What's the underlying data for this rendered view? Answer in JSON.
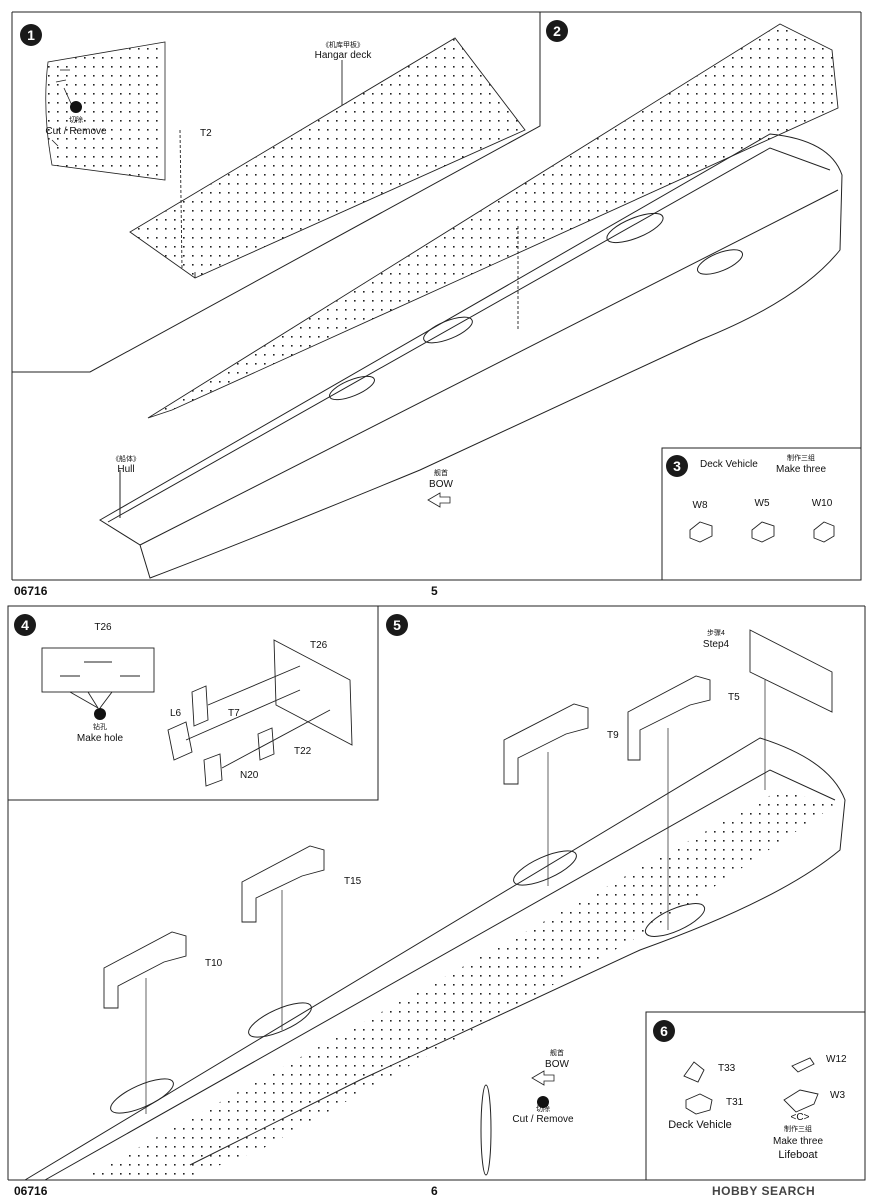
{
  "product_code": "06716",
  "pages": [
    {
      "number": "5"
    },
    {
      "number": "6"
    }
  ],
  "steps": {
    "s1": {
      "num": "1",
      "hangar_cn": "《机库甲板》",
      "hangar_en": "Hangar deck",
      "cut_cn": "切除",
      "cut_en": "Cut / Remove",
      "t2": "T2",
      "hull_cn": "《船体》",
      "hull_en": "Hull"
    },
    "s2": {
      "num": "2",
      "bow_cn": "舰首",
      "bow_en": "BOW"
    },
    "s3": {
      "num": "3",
      "title": "Deck Vehicle",
      "make_cn": "制作三组",
      "make_en": "Make three",
      "parts": [
        "W8",
        "W5",
        "W10"
      ]
    },
    "s4": {
      "num": "4",
      "t26a": "T26",
      "t26b": "T26",
      "hole_cn": "钻孔",
      "hole_en": "Make hole",
      "l6": "L6",
      "t7": "T7",
      "t22": "T22",
      "n20": "N20"
    },
    "s5": {
      "num": "5",
      "step_cn": "步骤4",
      "step_en": "Step4",
      "t5": "T5",
      "t9": "T9",
      "t15": "T15",
      "t10": "T10",
      "bow_cn": "舰首",
      "bow_en": "BOW",
      "cut_cn": "切除",
      "cut_en": "Cut / Remove"
    },
    "s6": {
      "num": "6",
      "t33": "T33",
      "t31": "T31",
      "w12": "W12",
      "w3": "W3",
      "deck_vehicle": "Deck Vehicle",
      "c_label": "<C>",
      "make_cn": "制作三组",
      "make_en": "Make three",
      "lifeboat": "Lifeboat"
    }
  },
  "watermark": "HOBBY SEARCH"
}
